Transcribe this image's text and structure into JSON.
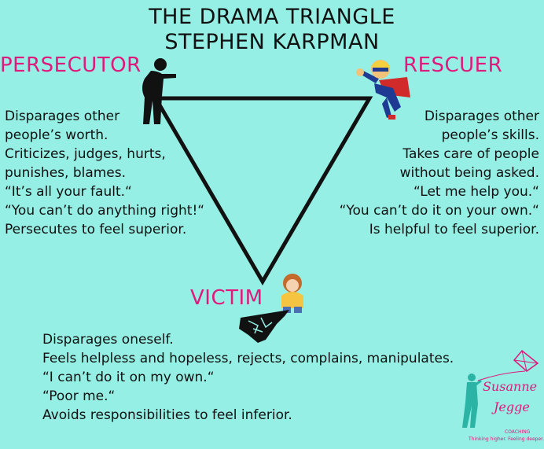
{
  "title": {
    "line1": "THE DRAMA TRIANGLE",
    "line2": "STEPHEN KARPMAN"
  },
  "roles": {
    "persecutor": {
      "label": "PERSECUTOR",
      "lines": [
        "Disparages other",
        "people’s worth.",
        "Criticizes, judges, hurts,",
        "punishes, blames.",
        "“It’s all your fault.“",
        "“You can’t do anything right!“",
        "Persecutes to feel superior."
      ]
    },
    "rescuer": {
      "label": "RESCUER",
      "lines": [
        "Disparages other",
        "people’s skills.",
        "Takes care of people",
        "without being asked.",
        "“Let me help you.“",
        "“You can’t do it on your own.“",
        "Is helpful to feel superior."
      ]
    },
    "victim": {
      "label": "VICTIM",
      "lines": [
        "Disparages oneself.",
        "Feels helpless and hopeless, rejects, complains, manipulates.",
        "“I can’t do it on my own.“",
        "“Poor me.“",
        "Avoids responsibilities to feel inferior."
      ]
    }
  },
  "logo": {
    "name_line1": "Susanne",
    "name_line2": "Jegge",
    "sub": "COACHING",
    "tagline": "Thinking higher. Feeling deeper."
  },
  "colors": {
    "background": "#95efe4",
    "accent": "#e0197d",
    "text": "#111111"
  }
}
